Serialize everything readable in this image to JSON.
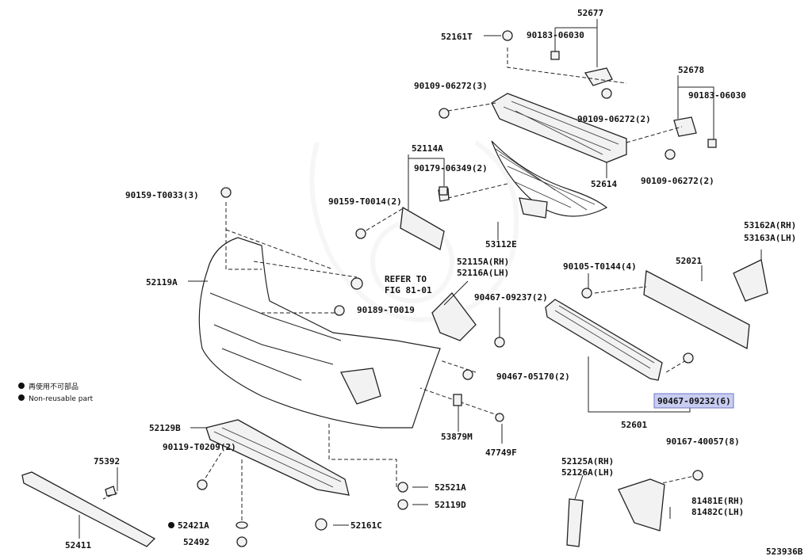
{
  "labels": {
    "p52677": "52677",
    "p52161T": "52161T",
    "p90183_06030_a": "90183-06030",
    "p90109_06272_3": "90109-06272(3)",
    "p90109_06272_2a": "90109-06272(2)",
    "p52678": "52678",
    "p90183_06030_b": "90183-06030",
    "p52114A": "52114A",
    "p90179_06349": "90179-06349(2)",
    "p52614": "52614",
    "p90109_06272_2b": "90109-06272(2)",
    "p90159_T0033": "90159-T0033(3)",
    "p90159_T0014": "90159-T0014(2)",
    "p53112E": "53112E",
    "p53162A": "53162A(RH)",
    "p53163A": "53163A(LH)",
    "p52021": "52021",
    "p90105_T0144": "90105-T0144(4)",
    "p52115A": "52115A(RH)",
    "p52116A": "52116A(LH)",
    "p52119A": "52119A",
    "refer_to": "REFER TO",
    "fig": "FIG 81-01",
    "p90189_T0019": "90189-T0019",
    "p90467_09237": "90467-09237(2)",
    "p90467_05170": "90467-05170(2)",
    "p90467_09232": "90467-09232(6)",
    "p52601": "52601",
    "p52129B": "52129B",
    "p53879M": "53879M",
    "p47749F": "47749F",
    "p90119_T0209": "90119-T0209(2)",
    "p75392": "75392",
    "p52521A": "52521A",
    "p52119D": "52119D",
    "p52421A": "52421A",
    "p52161C": "52161C",
    "p52492": "52492",
    "p52411": "52411",
    "p90167_40057": "90167-40057(8)",
    "p52125A": "52125A(RH)",
    "p52126A": "52126A(LH)",
    "p81481E": "81481E(RH)",
    "p81482C": "81482C(LH)",
    "diagram_id": "523936B"
  },
  "legend": {
    "non_reusable_jp": "再使用不可部品",
    "non_reusable_en": "Non-reusable part"
  },
  "highlight_color": "#c9cdf1"
}
